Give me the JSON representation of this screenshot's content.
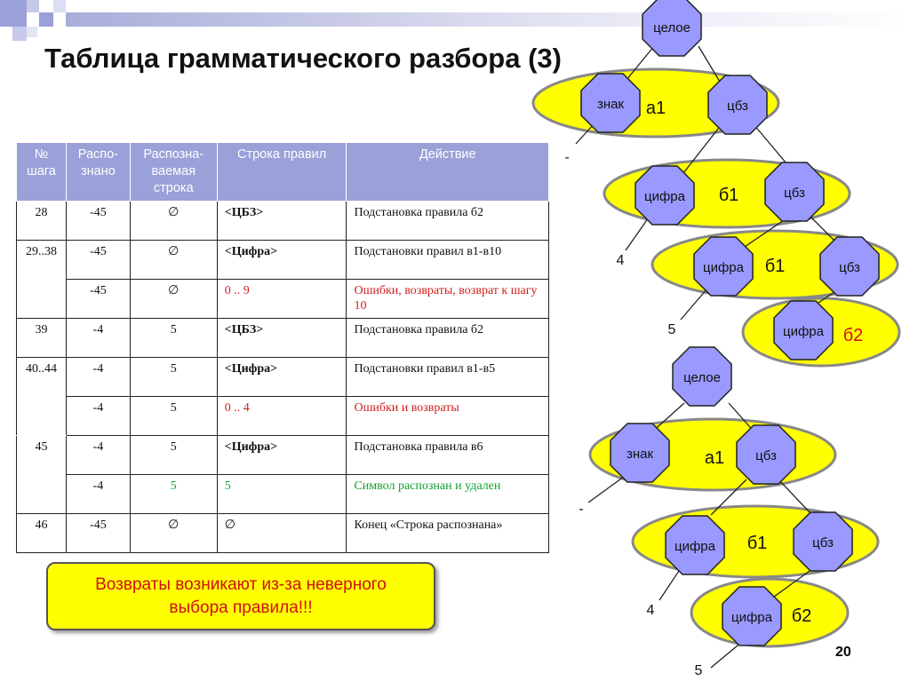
{
  "title": "Таблица грамматического разбора (3)",
  "table": {
    "headers": [
      "№ шага",
      "Распо-знано",
      "Распозна-ваемая строка",
      "Строка правил",
      "Действие"
    ],
    "rows": [
      {
        "step": "28",
        "recognized": "-45",
        "recognizing": "∅",
        "rule": "<ЦБЗ>",
        "action": "Подстановка правила б2"
      },
      {
        "step": "29..38",
        "recognized": "-45",
        "recognizing": "∅",
        "rule": "<Цифра>",
        "action": "Подстановки правил в1-в10"
      },
      {
        "step": "",
        "recognized": "-45",
        "recognizing": "∅",
        "rule": "0 .. 9",
        "action": "Ошибки, возвраты, возврат к шагу 10"
      },
      {
        "step": "39",
        "recognized": "-4",
        "recognizing": "5",
        "rule": "<ЦБЗ>",
        "action": "Подстановка правила б2"
      },
      {
        "step": "40..44",
        "recognized": "-4",
        "recognizing": "5",
        "rule": "<Цифра>",
        "action": "Подстановки правил в1-в5"
      },
      {
        "step": "",
        "recognized": "-4",
        "recognizing": "5",
        "rule": "0 .. 4",
        "action": "Ошибки и возвраты"
      },
      {
        "step": "45",
        "recognized": "-4",
        "recognizing": "5",
        "rule": "<Цифра>",
        "action": "Подстановка правила в6"
      },
      {
        "step": "",
        "recognized": "-4",
        "recognizing": "5",
        "rule": "5",
        "action": "Символ распознан и удален"
      },
      {
        "step": "46",
        "recognized": "-45",
        "recognizing": "∅",
        "rule": "∅",
        "action": "Конец «Строка распознана»"
      }
    ]
  },
  "callout": {
    "line1": "Возвраты возникают из-за неверного",
    "line2": "выбора правила!!!"
  },
  "page_number": "20",
  "colors": {
    "ellipse_fill": "#ffff00",
    "node_fill": "#9999ff",
    "header_fill": "#9aa0d8",
    "error_text": "#d02020",
    "success_text": "#11a030"
  },
  "tree_top": {
    "nodes": {
      "root": "целое",
      "sign": "знак",
      "cbz1": "цбз",
      "digit1": "цифра",
      "cbz2": "цбз",
      "digit2": "цифра",
      "cbz3": "цбз",
      "digit3": "цифра"
    },
    "rule_labels": {
      "a1": "а1",
      "b1_1": "б1",
      "b1_2": "б1",
      "b2": "б2"
    },
    "terminals": {
      "minus": "-",
      "four": "4",
      "five": "5"
    }
  },
  "tree_bottom": {
    "nodes": {
      "root": "целое",
      "sign": "знак",
      "cbz1": "цбз",
      "digit1": "цифра",
      "cbz2": "цбз",
      "digit2": "цифра"
    },
    "rule_labels": {
      "a1": "а1",
      "b1": "б1",
      "b2": "б2"
    },
    "terminals": {
      "minus": "-",
      "four": "4",
      "five": "5"
    }
  }
}
